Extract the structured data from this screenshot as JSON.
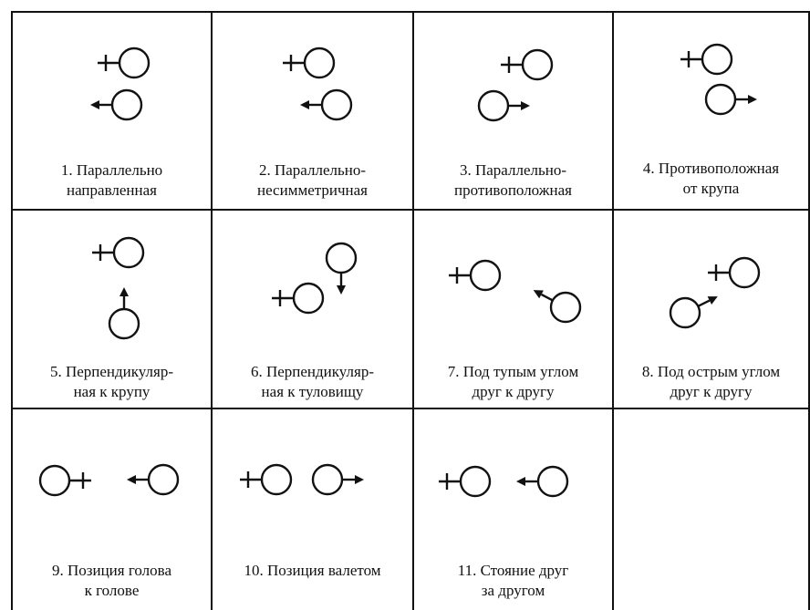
{
  "colors": {
    "ink": "#111111",
    "background": "#ffffff"
  },
  "cells": [
    {
      "caption": "1. Параллельно\nнаправленная",
      "symbol": "parallel-directed"
    },
    {
      "caption": "2. Параллельно-\nнесимметричная",
      "symbol": "parallel-asymmetric"
    },
    {
      "caption": "3. Параллельно-\nпротивоположная",
      "symbol": "parallel-opposite"
    },
    {
      "caption": "4. Противоположная\nот крупа",
      "symbol": "opposite-from-croup"
    },
    {
      "caption": "5. Перпендикуляр-\nная к крупу",
      "symbol": "perpendicular-to-croup"
    },
    {
      "caption": "6. Перпендикуляр-\nная к туловищу",
      "symbol": "perpendicular-to-body"
    },
    {
      "caption": "7. Под тупым углом\nдруг к другу",
      "symbol": "obtuse-angle"
    },
    {
      "caption": "8. Под острым углом\nдруг к другу",
      "symbol": "acute-angle"
    },
    {
      "caption": "9. Позиция голова\nк голове",
      "symbol": "head-to-head"
    },
    {
      "caption": "10. Позиция валетом",
      "symbol": "top-and-tail"
    },
    {
      "caption": "11. Стояние друг\nза другом",
      "symbol": "one-behind-another"
    },
    {
      "caption": "",
      "symbol": "empty"
    }
  ]
}
